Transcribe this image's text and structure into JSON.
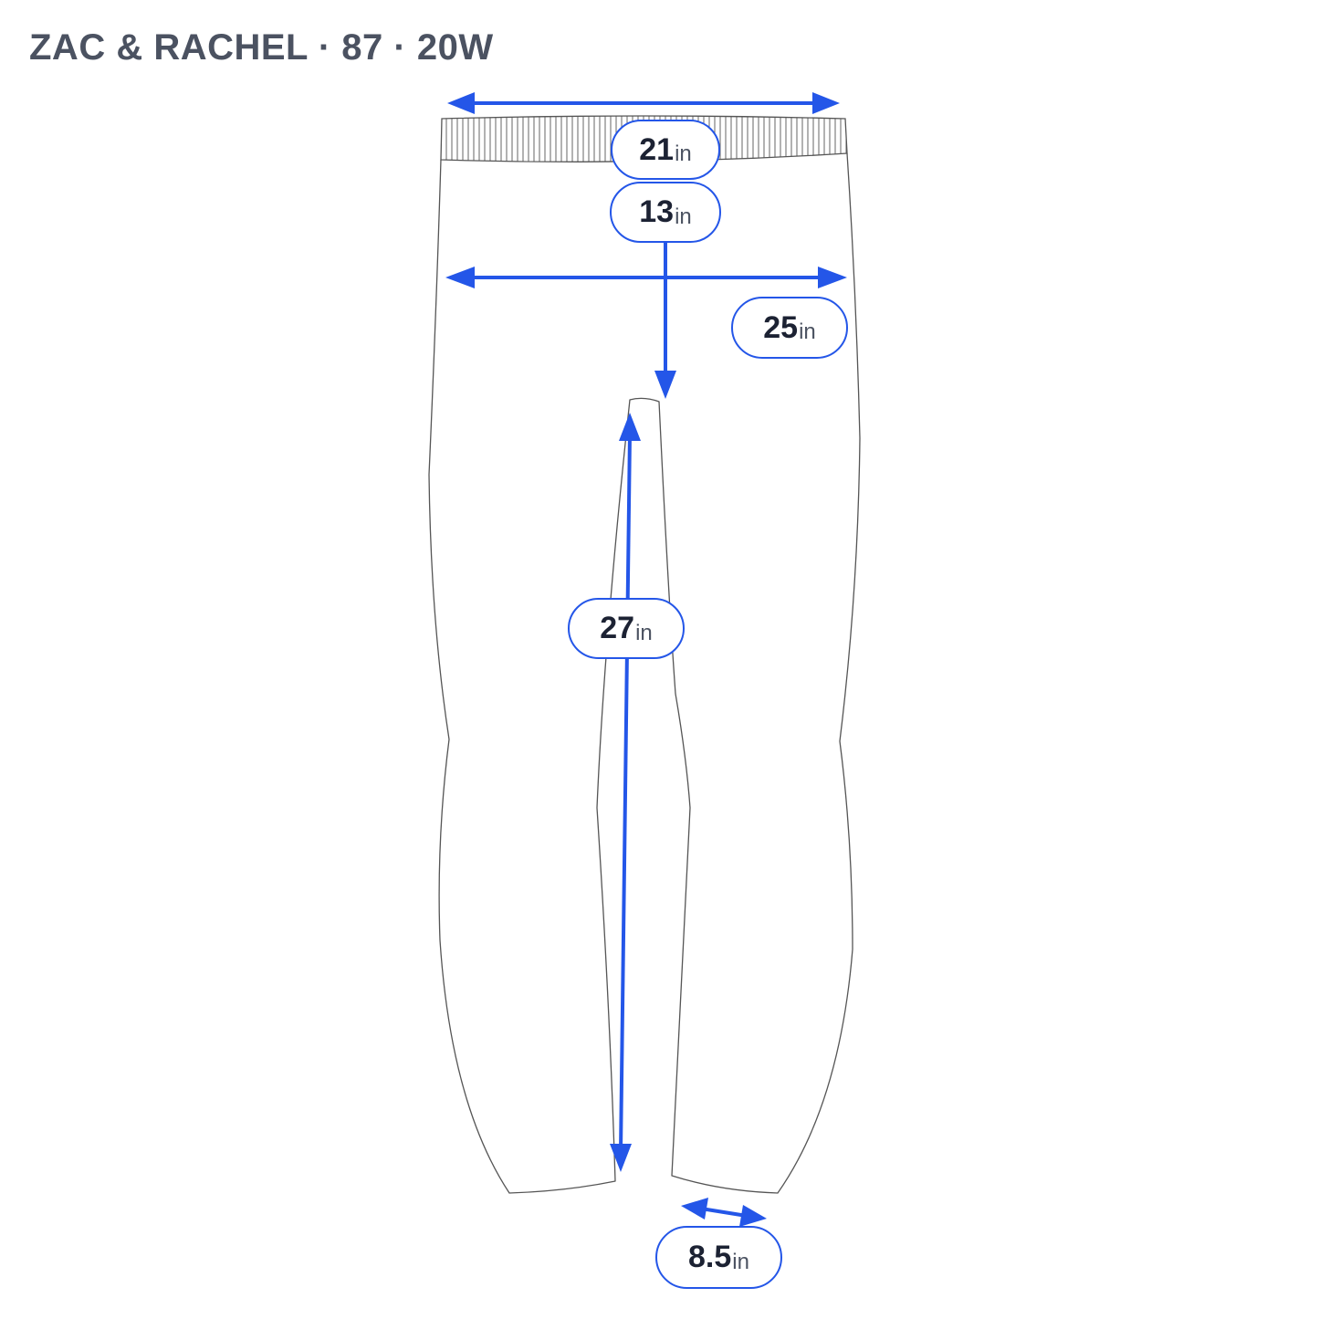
{
  "header": {
    "title": "ZAC & RACHEL · 87 · 20W"
  },
  "measurements": {
    "waist": {
      "value": "21",
      "unit": "in"
    },
    "rise": {
      "value": "13",
      "unit": "in"
    },
    "hip": {
      "value": "25",
      "unit": "in"
    },
    "inseam": {
      "value": "27",
      "unit": "in"
    },
    "leg_opening": {
      "value": "8.5",
      "unit": "in"
    }
  },
  "colors": {
    "accent": "#2456e8",
    "outline": "#555555",
    "title": "#4b5261"
  }
}
